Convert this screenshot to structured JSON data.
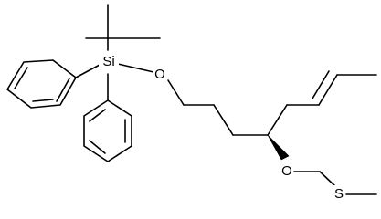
{
  "molecule": {
    "atoms": {
      "si": "Si",
      "o_silyl": "O",
      "o_ether": "O",
      "s": "S"
    }
  }
}
